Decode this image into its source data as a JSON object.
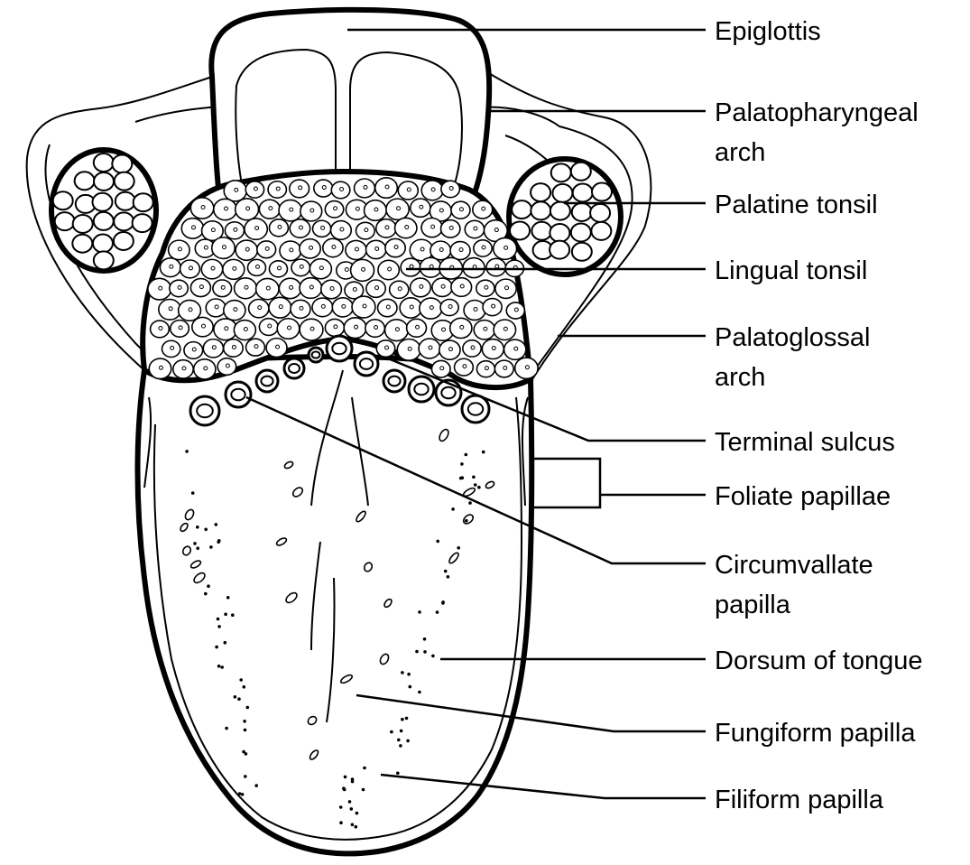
{
  "diagram": {
    "labels": {
      "epiglottis": "Epiglottis",
      "palatopharyngeal_1": "Palatopharyngeal",
      "palatopharyngeal_2": "arch",
      "palatine_tonsil": "Palatine tonsil",
      "lingual_tonsil": "Lingual tonsil",
      "palatoglossal_1": "Palatoglossal",
      "palatoglossal_2": "arch",
      "terminal_sulcus": "Terminal sulcus",
      "foliate_papillae": "Foliate papillae",
      "circumvallate_1": "Circumvallate",
      "circumvallate_2": "papilla",
      "dorsum": "Dorsum of tongue",
      "fungiform": "Fungiform papilla",
      "filiform": "Filiform papilla"
    },
    "colors": {
      "line": "#000000",
      "background": "#ffffff"
    }
  }
}
